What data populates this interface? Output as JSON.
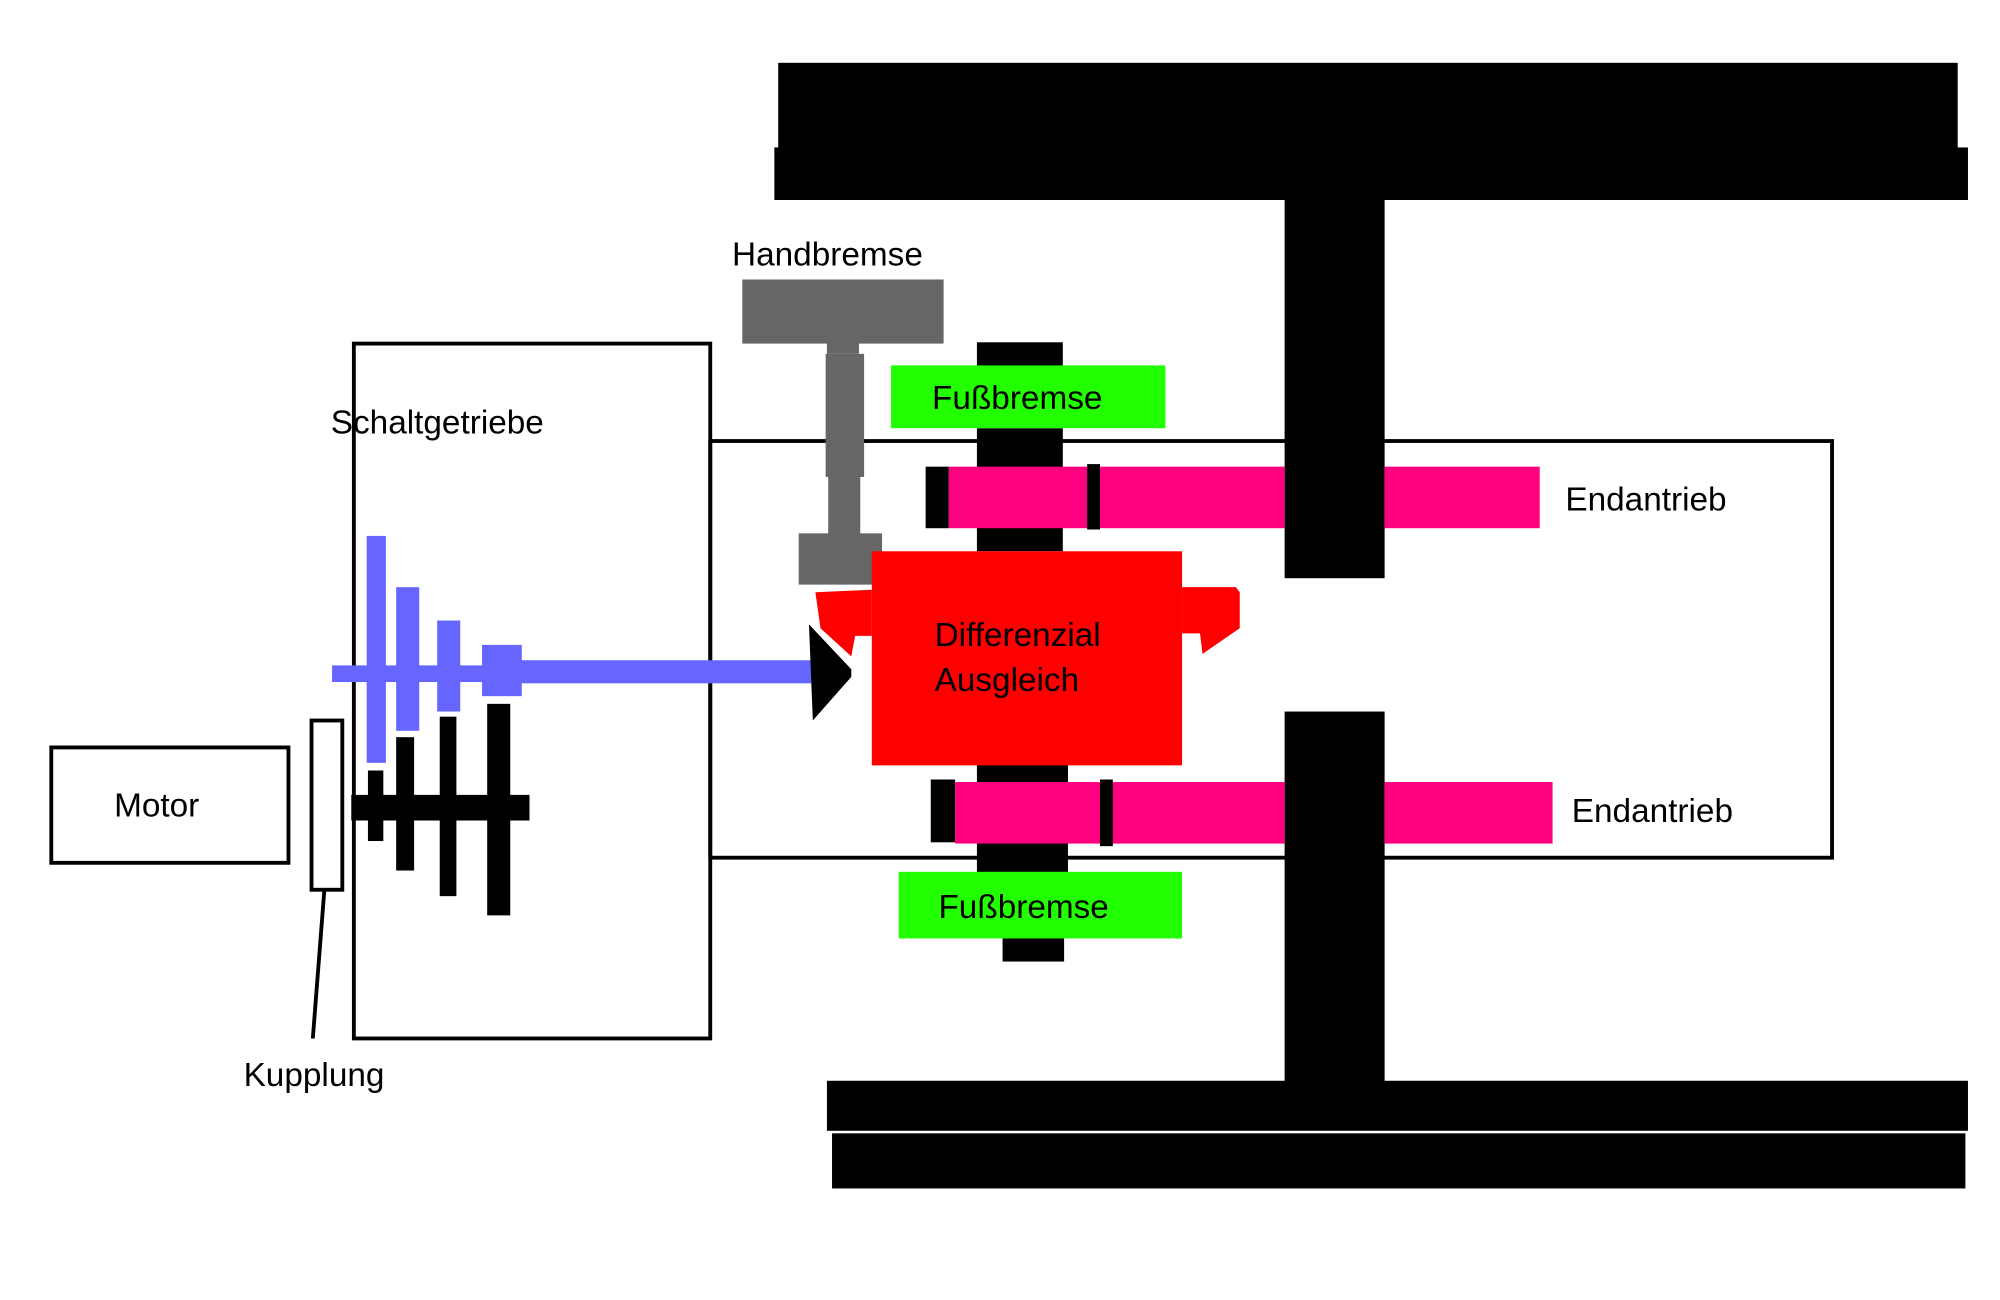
{
  "labels": {
    "motor": "Motor",
    "clutch": "Kupplung",
    "gearbox": "Schaltgetriebe",
    "handbrake": "Handbremse",
    "footbrake_top": "Fußbremse",
    "footbrake_bottom": "Fußbremse",
    "differential_line1": "Differenzial",
    "differential_line2": "Ausgleich",
    "final_drive_top": "Endantrieb",
    "final_drive_bottom": "Endantrieb"
  },
  "colors": {
    "shaft_input": "#6666ff",
    "differential": "#ff0000",
    "final_drive": "#ff0080",
    "footbrake": "#22ff00",
    "handbrake": "#666666",
    "structure": "#000000"
  }
}
